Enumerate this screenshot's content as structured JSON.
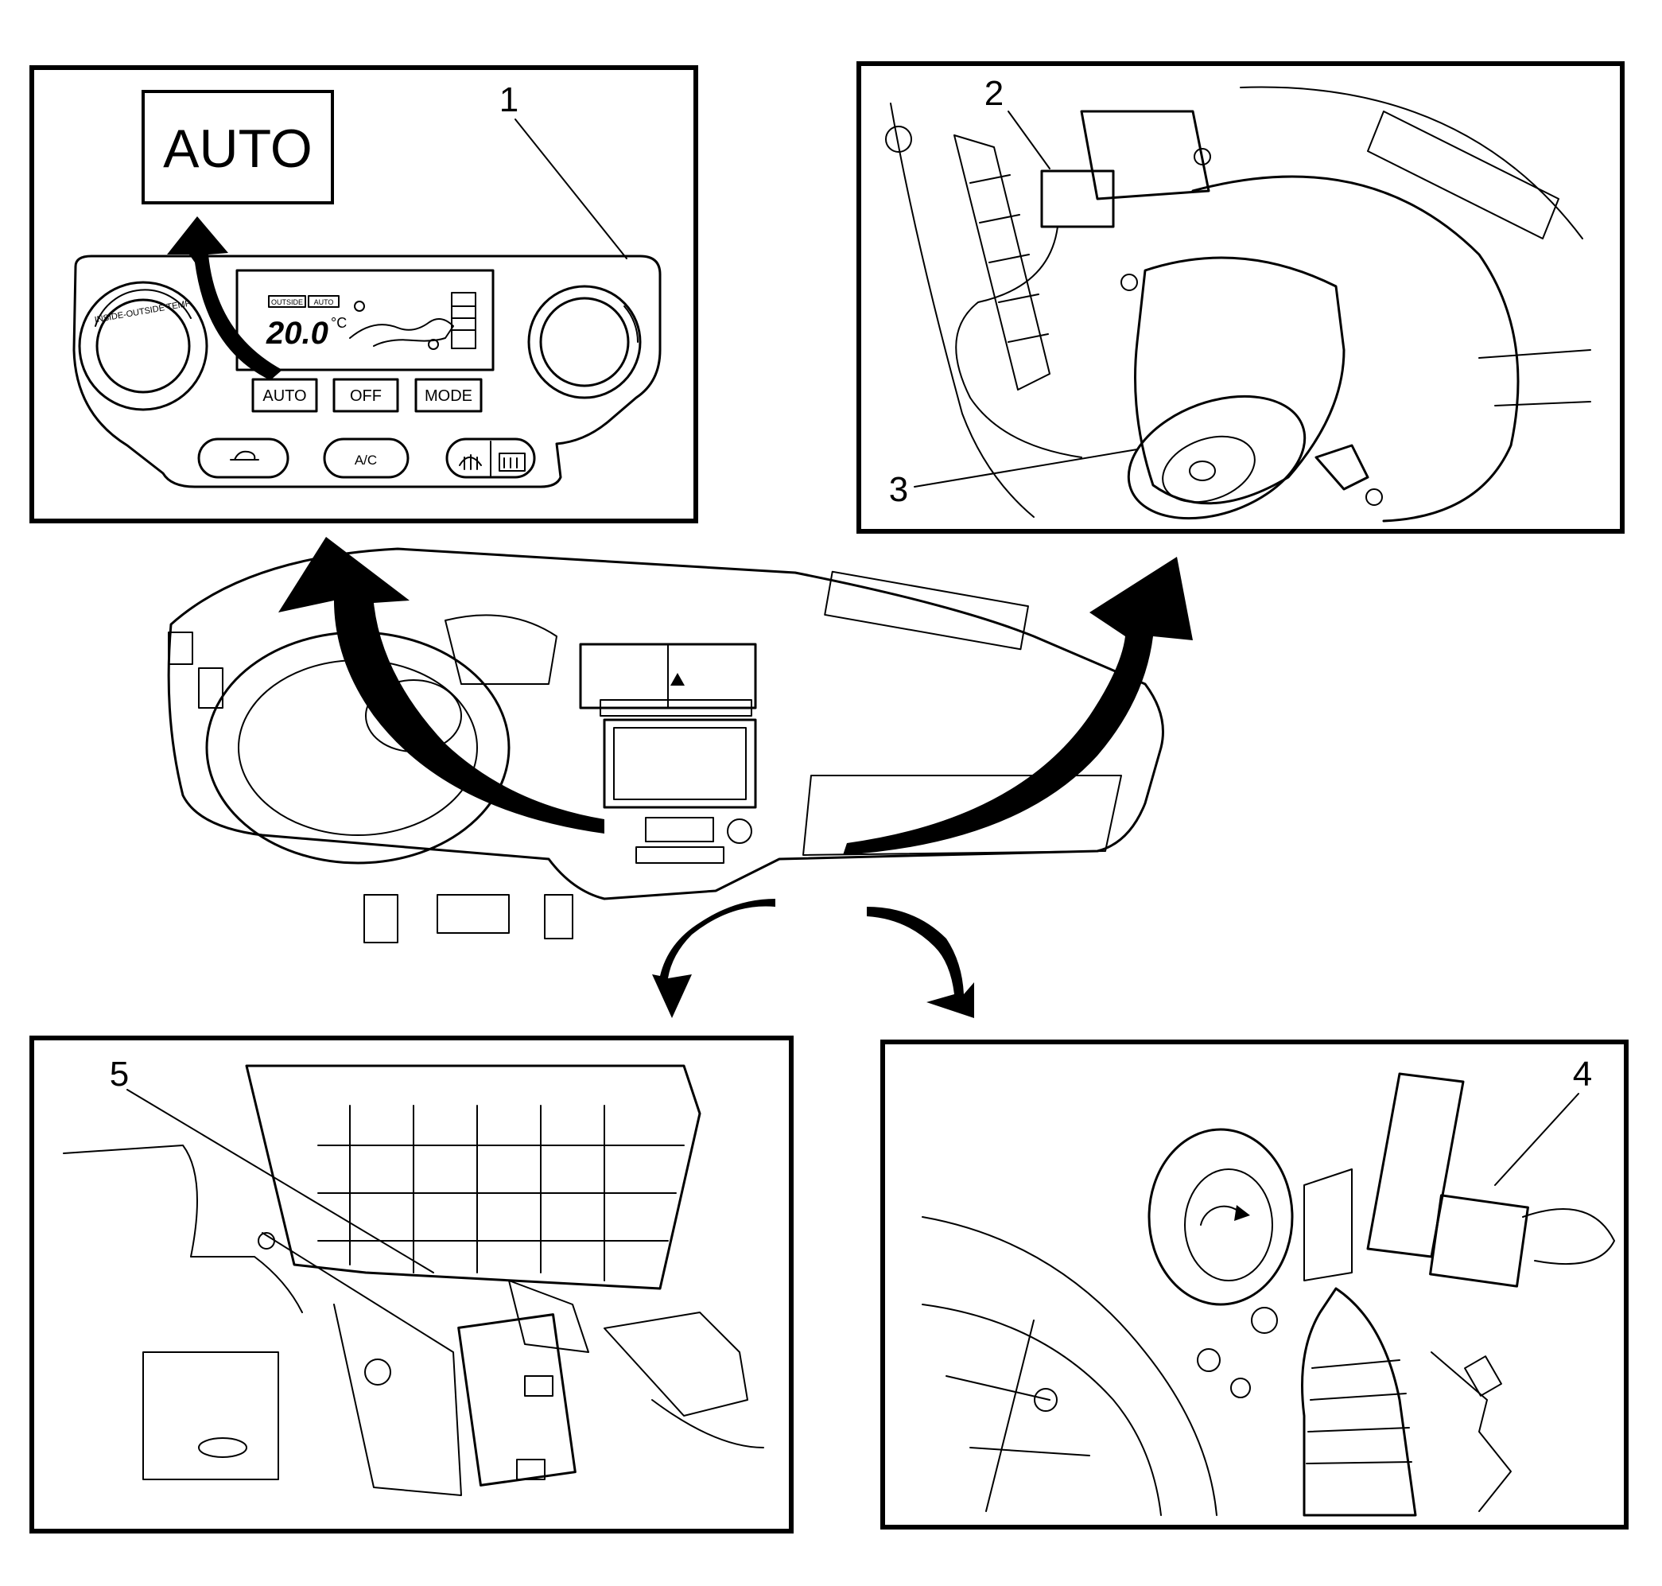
{
  "auto_badge": "AUTO",
  "callouts": {
    "c1": "1",
    "c2": "2",
    "c3": "3",
    "c4": "4",
    "c5": "5"
  },
  "control_panel": {
    "buttons": {
      "auto": "AUTO",
      "off": "OFF",
      "mode": "MODE",
      "ac": "A/C"
    },
    "display": {
      "outside_label": "OUTSIDE",
      "auto_label": "AUTO",
      "temperature": "20.0",
      "unit": "°C"
    },
    "knob_ring_text": "INSIDE-OUTSIDE TEMP"
  }
}
